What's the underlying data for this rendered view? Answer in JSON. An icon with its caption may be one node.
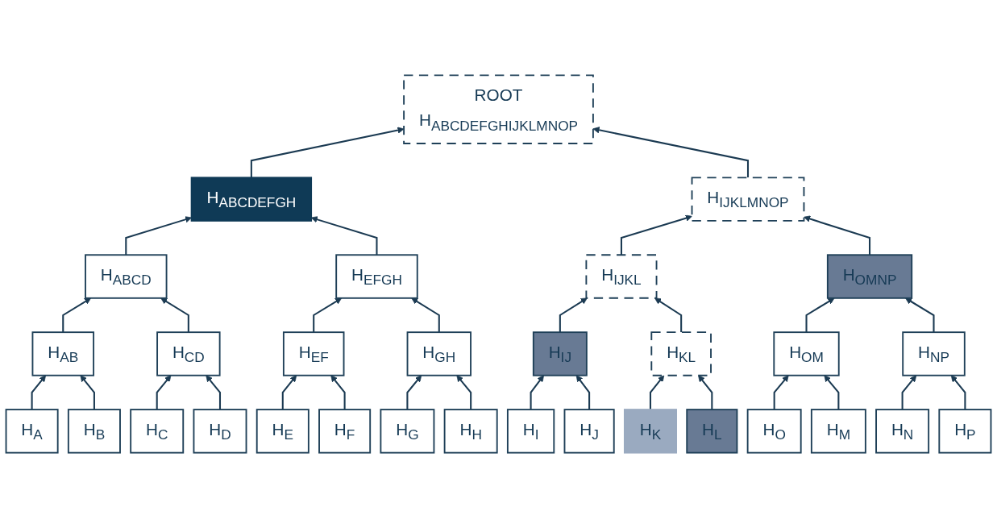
{
  "diagram": {
    "nodes": [
      {
        "text": [
          "ROOT",
          "H$_{ABCDEFGHIJKLMNOP}$"
        ]
      },
      {
        "text": [
          "H$_{ABCDEFGH}$"
        ]
      },
      {
        "text": [
          "H$_{IJKLMNOP}$"
        ]
      },
      {
        "text": [
          "H$_{ABCD}$"
        ]
      },
      {
        "text": [
          "H$_{EFGH}$"
        ]
      },
      {
        "text": [
          "H$_{IJKL}$"
        ]
      },
      {
        "text": [
          "H$_{OMNP}$"
        ]
      },
      {
        "text": [
          "H$_{AB}$"
        ]
      },
      {
        "text": [
          "H$_{CD}$"
        ]
      },
      {
        "text": [
          "H$_{EF}$"
        ]
      },
      {
        "text": [
          "H$_{GH}$"
        ]
      },
      {
        "text": [
          "H$_{IJ}$"
        ]
      },
      {
        "text": [
          "H$_{KL}$"
        ]
      },
      {
        "text": [
          "H$_{OM}$"
        ]
      },
      {
        "text": [
          "H$_{NP}$"
        ]
      },
      {
        "text": [
          "H$_{A}$"
        ]
      },
      {
        "text": [
          "H$_{B}$"
        ]
      },
      {
        "text": [
          "H$_{C}$"
        ]
      },
      {
        "text": [
          "H$_{D}$"
        ]
      },
      {
        "text": [
          "H$_{E}$"
        ]
      },
      {
        "text": [
          "H$_{F}$"
        ]
      },
      {
        "text": [
          "H$_{G}$"
        ]
      },
      {
        "text": [
          "H$_{H}$"
        ]
      },
      {
        "text": [
          "H$_{I}$"
        ]
      },
      {
        "text": [
          "H$_{J}$"
        ]
      },
      {
        "text": [
          "H$_{K}$"
        ]
      },
      {
        "text": [
          "H$_{L}$"
        ]
      },
      {
        "text": [
          "H$_{O}$"
        ]
      },
      {
        "text": [
          "H$_{M}$"
        ]
      },
      {
        "text": [
          "H$_{N}$"
        ]
      },
      {
        "text": [
          "H$_{P}$"
        ]
      }
    ],
    "edges": [
      {
        "from": 1,
        "to": 0,
        "arrow": "to"
      },
      {
        "from": 2,
        "to": 0,
        "arrow": "to"
      },
      {
        "from": 3,
        "to": 1,
        "arrow": "to"
      },
      {
        "from": 4,
        "to": 1,
        "arrow": "to"
      },
      {
        "from": 5,
        "to": 2,
        "arrow": "to"
      },
      {
        "from": 6,
        "to": 2,
        "arrow": "to"
      },
      {
        "from": 7,
        "to": 3,
        "arrow": "to"
      },
      {
        "from": 8,
        "to": 3,
        "arrow": "to"
      },
      {
        "from": 9,
        "to": 4,
        "arrow": "to"
      },
      {
        "from": 10,
        "to": 4,
        "arrow": "to"
      },
      {
        "from": 11,
        "to": 5,
        "arrow": "to"
      },
      {
        "from": 12,
        "to": 5,
        "arrow": "to"
      },
      {
        "from": 13,
        "to": 6,
        "arrow": "to"
      },
      {
        "from": 14,
        "to": 6,
        "arrow": "to"
      },
      {
        "from": 15,
        "to": 7,
        "arrow": "to"
      },
      {
        "from": 16,
        "to": 7,
        "arrow": "to"
      },
      {
        "from": 17,
        "to": 8,
        "arrow": "to"
      },
      {
        "from": 18,
        "to": 8,
        "arrow": "to"
      },
      {
        "from": 19,
        "to": 9,
        "arrow": "to"
      },
      {
        "from": 20,
        "to": 9,
        "arrow": "to"
      },
      {
        "from": 21,
        "to": 10,
        "arrow": "to"
      },
      {
        "from": 22,
        "to": 10,
        "arrow": "to"
      },
      {
        "from": 23,
        "to": 11,
        "arrow": "to"
      },
      {
        "from": 24,
        "to": 11,
        "arrow": "to"
      },
      {
        "from": 25,
        "to": 12,
        "arrow": "to"
      },
      {
        "from": 26,
        "to": 12,
        "arrow": "to"
      },
      {
        "from": 27,
        "to": 13,
        "arrow": "to"
      },
      {
        "from": 28,
        "to": 13,
        "arrow": "to"
      },
      {
        "from": 29,
        "to": 14,
        "arrow": "to"
      },
      {
        "from": 30,
        "to": 14,
        "arrow": "to"
      }
    ]
  }
}
